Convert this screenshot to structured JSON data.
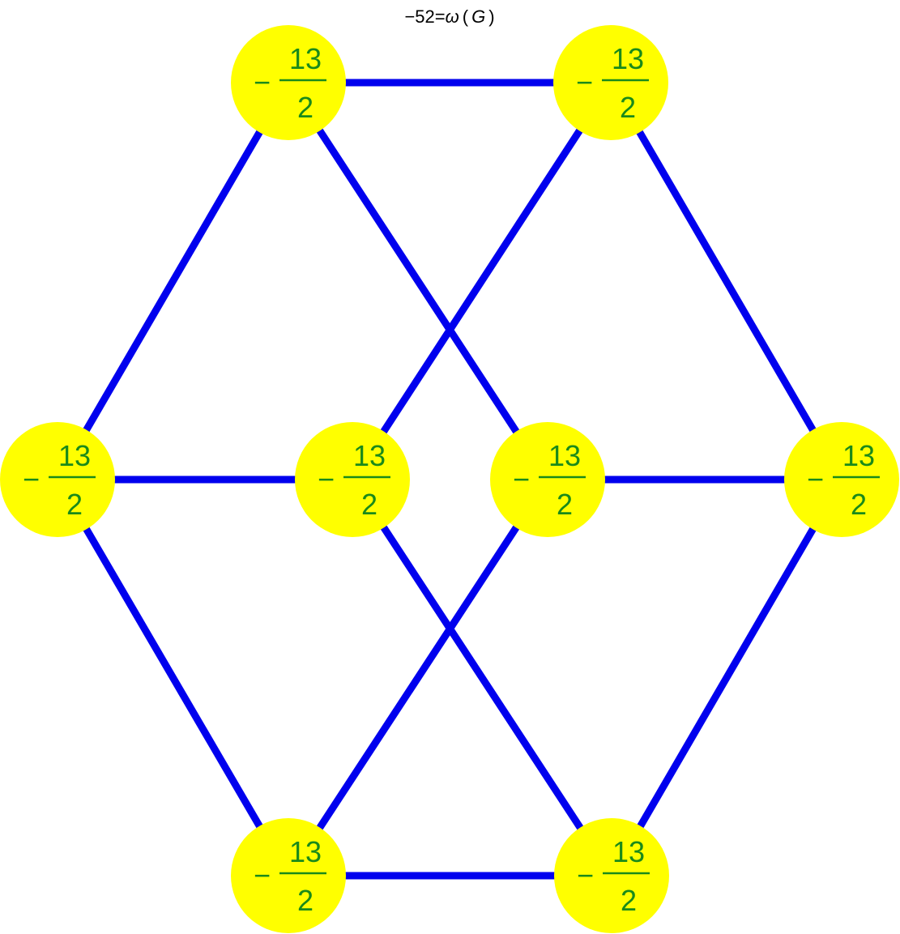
{
  "title": {
    "prefix": "−52=",
    "omega": "ω",
    "open_paren": "(",
    "var": "G",
    "close_paren": ")"
  },
  "colors": {
    "node_fill": "#ffff00",
    "edge": "#0000ee",
    "label": "#1a8a1a"
  },
  "nodes": [
    {
      "id": "top-left",
      "sign": "−",
      "numerator": "13",
      "denominator": "2"
    },
    {
      "id": "top-right",
      "sign": "−",
      "numerator": "13",
      "denominator": "2"
    },
    {
      "id": "mid-far-left",
      "sign": "−",
      "numerator": "13",
      "denominator": "2"
    },
    {
      "id": "mid-inner-left",
      "sign": "−",
      "numerator": "13",
      "denominator": "2"
    },
    {
      "id": "mid-inner-right",
      "sign": "−",
      "numerator": "13",
      "denominator": "2"
    },
    {
      "id": "mid-far-right",
      "sign": "−",
      "numerator": "13",
      "denominator": "2"
    },
    {
      "id": "bottom-left",
      "sign": "−",
      "numerator": "13",
      "denominator": "2"
    },
    {
      "id": "bottom-right",
      "sign": "−",
      "numerator": "13",
      "denominator": "2"
    }
  ],
  "edges": [
    [
      "top-left",
      "top-right"
    ],
    [
      "top-left",
      "mid-far-left"
    ],
    [
      "top-left",
      "mid-inner-right"
    ],
    [
      "top-right",
      "mid-inner-left"
    ],
    [
      "top-right",
      "mid-far-right"
    ],
    [
      "mid-far-left",
      "mid-inner-left"
    ],
    [
      "mid-inner-right",
      "mid-far-right"
    ],
    [
      "mid-far-left",
      "bottom-left"
    ],
    [
      "mid-inner-left",
      "bottom-right"
    ],
    [
      "mid-inner-right",
      "bottom-left"
    ],
    [
      "mid-far-right",
      "bottom-right"
    ],
    [
      "bottom-left",
      "bottom-right"
    ]
  ]
}
